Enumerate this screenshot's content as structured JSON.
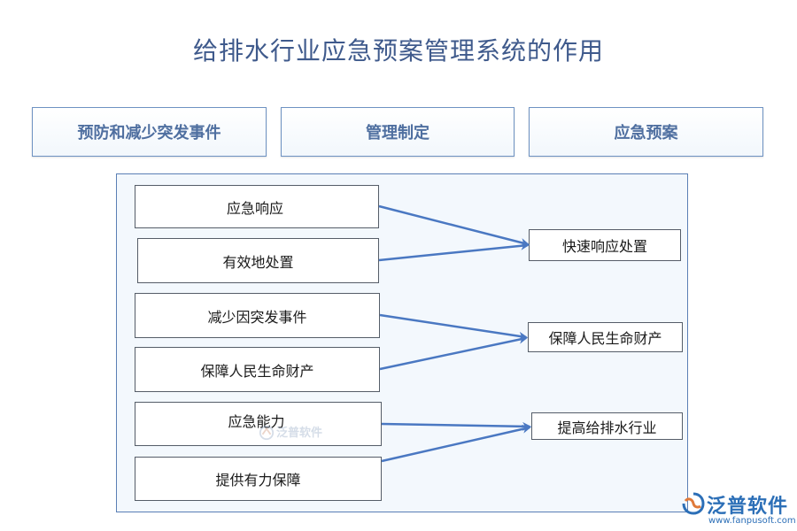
{
  "title": "给排水行业应急预案管理系统的作用",
  "top_boxes": [
    {
      "label": "预防和减少突发事件"
    },
    {
      "label": "管理制定"
    },
    {
      "label": "应急预案"
    }
  ],
  "left_boxes": [
    {
      "label": "应急响应"
    },
    {
      "label": "有效地处置"
    },
    {
      "label": "减少因突发事件"
    },
    {
      "label": "保障人民生命财产"
    },
    {
      "label": "应急能力"
    },
    {
      "label": "提供有力保障"
    }
  ],
  "right_boxes": [
    {
      "label": "快速响应处置"
    },
    {
      "label": "保障人民生命财产"
    },
    {
      "label": "提高给排水行业"
    }
  ],
  "watermark": {
    "text": "泛普软件"
  },
  "logo": {
    "text": "泛普软件",
    "url": "www.fanpusoft.com"
  },
  "colors": {
    "accent": "#4a78c2",
    "title": "#3f5a8c",
    "panel_bg": "#f3f8fd"
  }
}
